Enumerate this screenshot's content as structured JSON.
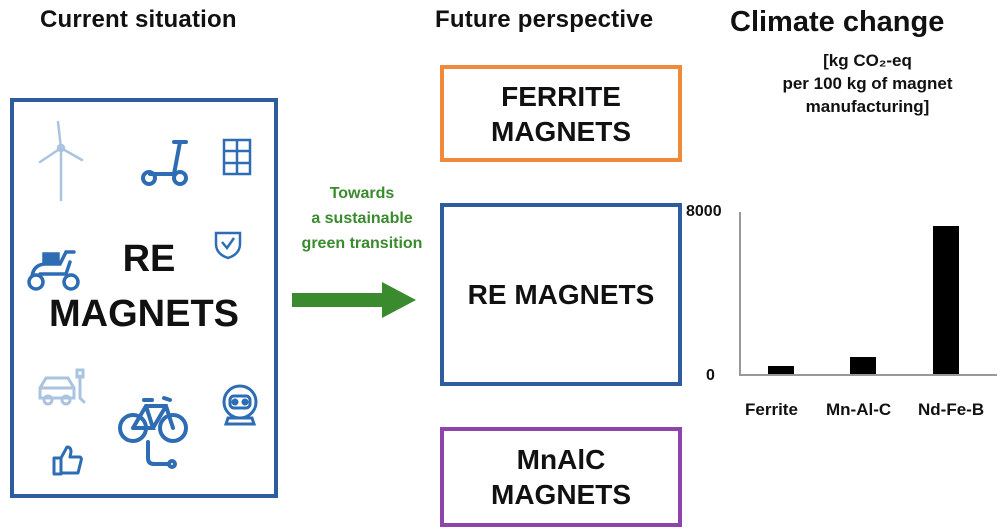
{
  "headings": {
    "current": "Current situation",
    "future": "Future perspective"
  },
  "re_box": {
    "line1": "RE",
    "line2": "MAGNETS",
    "color": "#2e5c9e"
  },
  "arrow": {
    "line1": "Towards",
    "line2": "a sustainable",
    "line3": "green transition",
    "color": "#3a8a2e"
  },
  "future_boxes": [
    {
      "line1": "FERRITE",
      "line2": "MAGNETS",
      "color": "#f08a3a"
    },
    {
      "line1": "RE MAGNETS",
      "line2": "",
      "color": "#2e5c9e"
    },
    {
      "line1": "MnAlC",
      "line2": "MAGNETS",
      "color": "#8e44ad"
    }
  ],
  "icons": [
    "wind-turbine",
    "kick-scooter",
    "solar-panel",
    "shield-chip",
    "electric-scooter",
    "electric-car",
    "bicycle",
    "robot",
    "thumbs-up"
  ],
  "icon_color": "#2e6db4",
  "chart_data": {
    "type": "bar",
    "title": "Climate change",
    "unit_lines": [
      "[kg CO₂-eq",
      "per 100 kg of magnet",
      "manufacturing]"
    ],
    "categories": [
      "Ferrite",
      "Mn-Al-C",
      "Nd-Fe-B"
    ],
    "values": [
      400,
      850,
      7300
    ],
    "yticks": [
      "8000",
      "0"
    ],
    "ylim": [
      0,
      8000
    ],
    "grid": false,
    "bar_color": "#000000"
  }
}
